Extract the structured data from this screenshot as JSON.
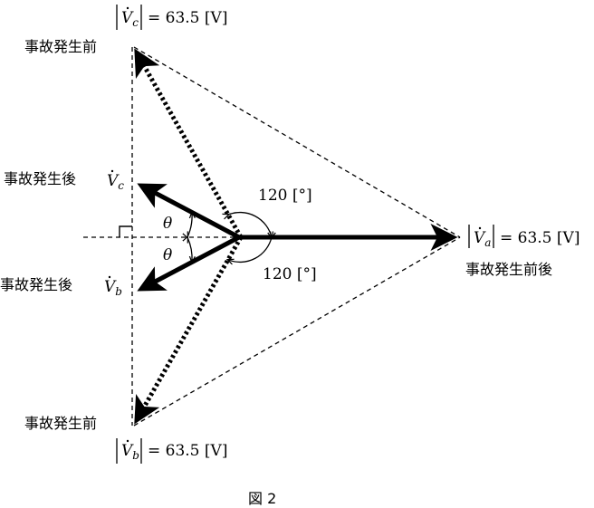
{
  "labels": {
    "vc_magnitude": "= 63.5 [V]",
    "va_magnitude": "= 63.5 [V]",
    "vb_magnitude": "= 63.5 [V]",
    "before_fault_top": "事故発生前",
    "before_fault_bottom": "事故発生前",
    "after_fault_vc": "事故発生後",
    "after_fault_vb": "事故発生後",
    "before_after_va": "事故発生前後",
    "angle_upper": "120 [°]",
    "angle_lower": "120 [°]",
    "theta": "θ",
    "vc_symbol": "V",
    "vc_sub": "c",
    "vb_symbol": "V",
    "vb_sub": "b",
    "va_symbol": "V",
    "va_sub": "a",
    "caption": "図 2"
  },
  "colors": {
    "ink": "#000000"
  }
}
